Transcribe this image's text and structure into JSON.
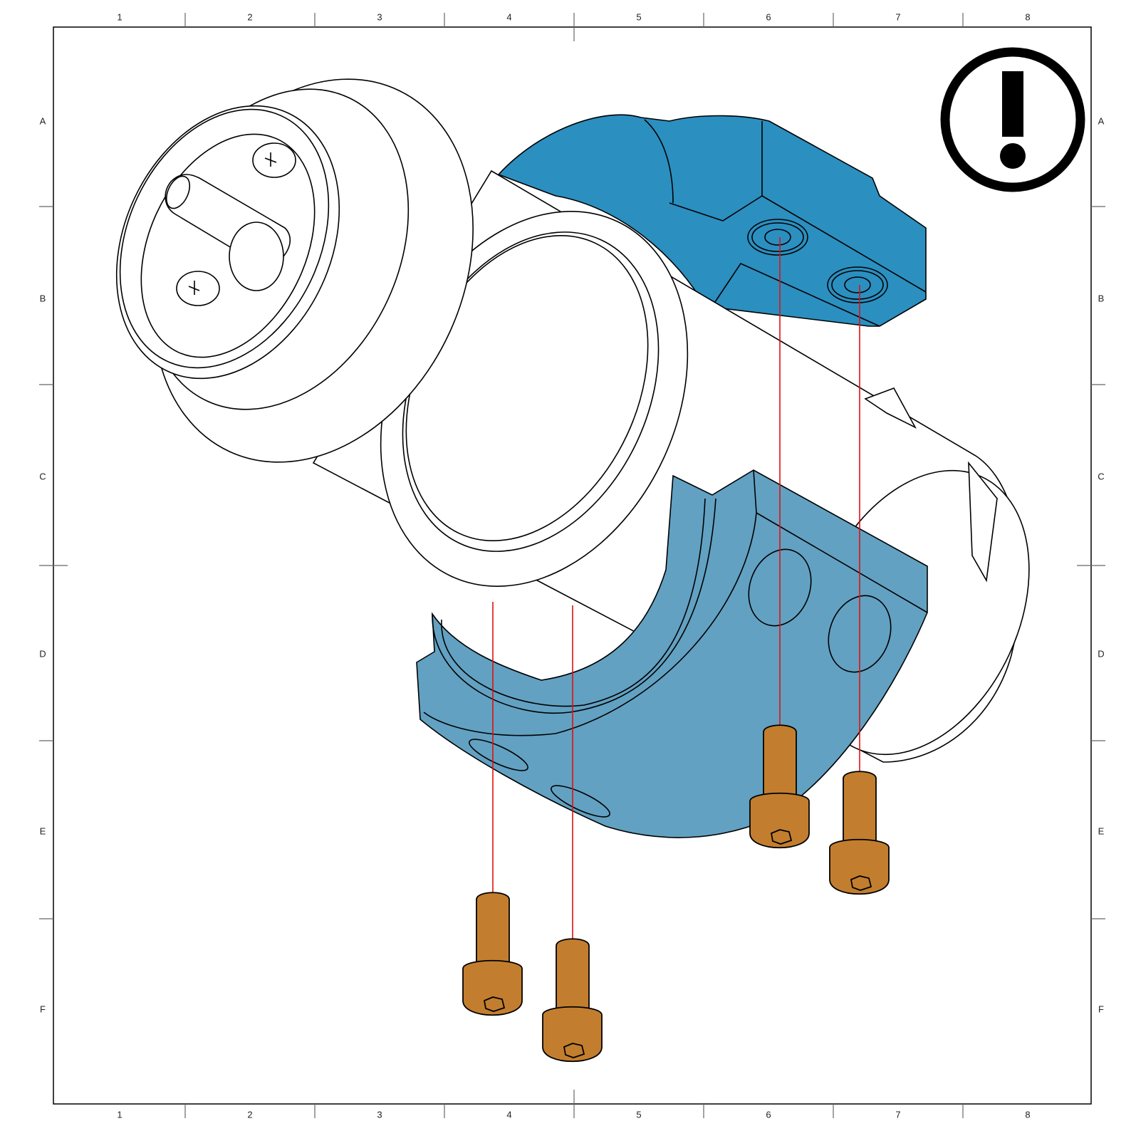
{
  "drawing": {
    "type": "exploded isometric assembly drawing",
    "frame": {
      "columns": [
        "1",
        "2",
        "3",
        "4",
        "5",
        "6",
        "7",
        "8"
      ],
      "rows": [
        "A",
        "B",
        "C",
        "D",
        "E",
        "F"
      ]
    },
    "warning_icon": "exclamation-in-circle-icon",
    "parts": {
      "upper_clamp": {
        "name": "upper clamp half",
        "color": "#2b8fc0"
      },
      "lower_clamp": {
        "name": "lower clamp half",
        "color": "#62a1c2"
      },
      "shaft_assembly": {
        "name": "bearing and shaft assembly",
        "color": "#ffffff"
      },
      "screws": {
        "name": "socket head cap screw",
        "count": 4,
        "color": "#c27e2e"
      }
    },
    "guide_line_color": "#e01010",
    "line_color": "#000000"
  }
}
